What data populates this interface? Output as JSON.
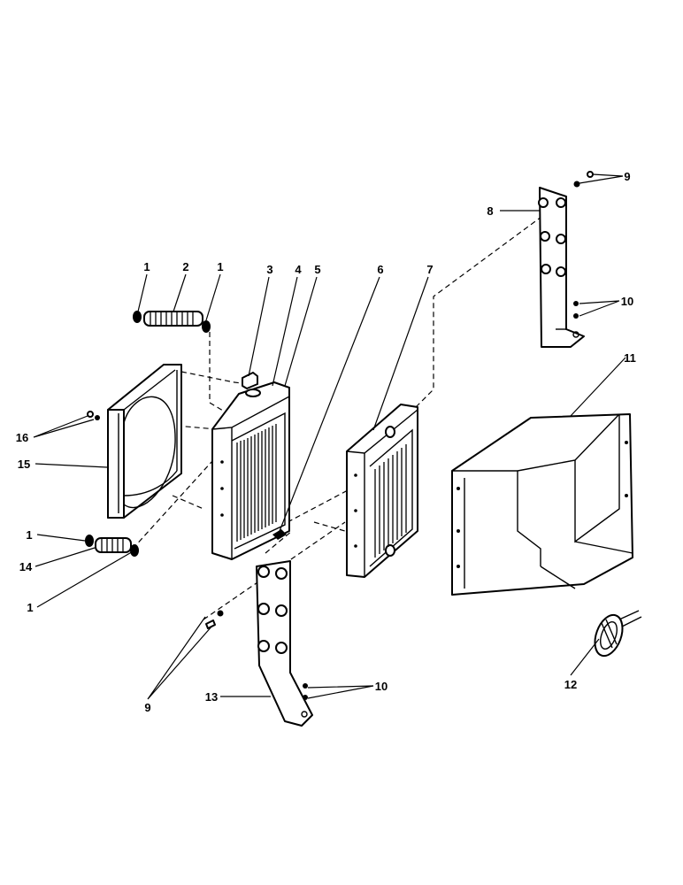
{
  "diagram": {
    "type": "exploded-parts-view",
    "callouts": {
      "c1a": "1",
      "c2": "2",
      "c1b": "1",
      "c3": "3",
      "c4": "4",
      "c5": "5",
      "c6": "6",
      "c7": "7",
      "c8": "8",
      "c9a": "9",
      "c10a": "10",
      "c11": "11",
      "c12": "12",
      "c13": "13",
      "c14": "14",
      "c15": "15",
      "c16": "16",
      "c1c": "1",
      "c1d": "1",
      "c9b": "9",
      "c10b": "10"
    }
  }
}
